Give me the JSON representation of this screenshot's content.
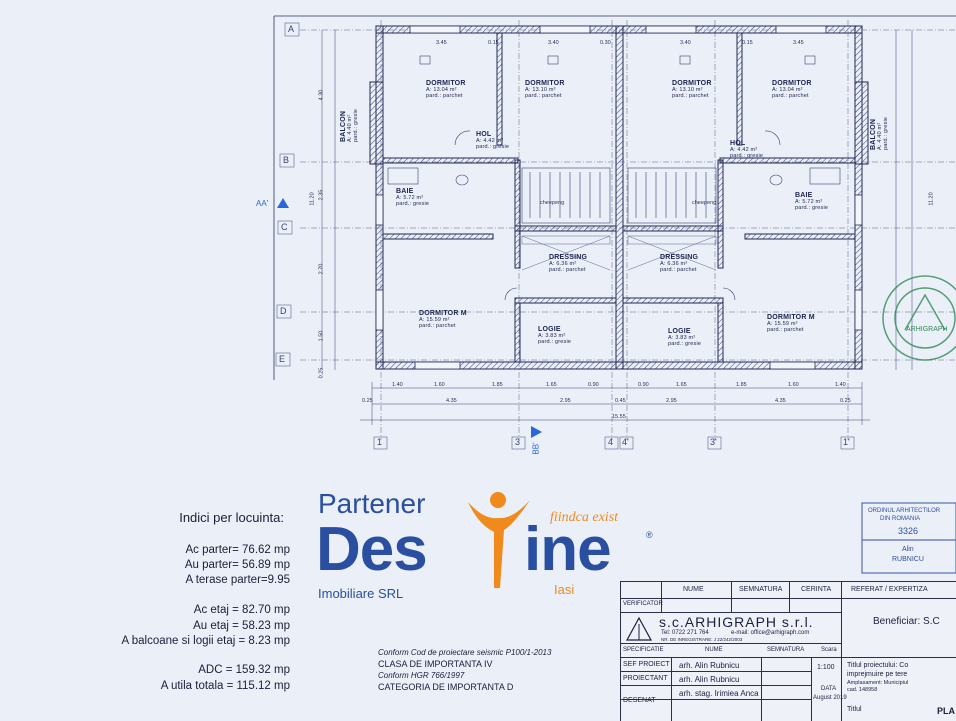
{
  "plan": {
    "axes_left": [
      "A",
      "B",
      "C",
      "D",
      "E"
    ],
    "axes_bottom": [
      "1",
      "3",
      "4",
      "4'",
      "3'",
      "1'"
    ],
    "section_markers": [
      "AA'",
      "BB'"
    ],
    "rooms": [
      {
        "name": "DORMITOR",
        "area": "A: 13.04 m²",
        "floor": "pard.: parchet"
      },
      {
        "name": "DORMITOR",
        "area": "A: 13.10 m²",
        "floor": "pard.: parchet"
      },
      {
        "name": "DORMITOR",
        "area": "A: 13.10 m²",
        "floor": "pard.: parchet"
      },
      {
        "name": "DORMITOR",
        "area": "A: 13.04 m²",
        "floor": "pard.: parchet"
      },
      {
        "name": "HOL",
        "area": "A: 4.42 m²",
        "floor": "pard.: gresie"
      },
      {
        "name": "HOL",
        "area": "A: 4.42 m²",
        "floor": "pard.: gresie"
      },
      {
        "name": "BAIE",
        "area": "A: 5.72 m²",
        "floor": "pard.: gresie"
      },
      {
        "name": "BAIE",
        "area": "A: 5.72 m²",
        "floor": "pard.: gresie"
      },
      {
        "name": "DRESSING",
        "area": "A: 6.36 m²",
        "floor": "pard.: parchet"
      },
      {
        "name": "DRESSING",
        "area": "A: 6.36 m²",
        "floor": "pard.: parchet"
      },
      {
        "name": "DORMITOR M",
        "area": "A: 15.59 m²",
        "floor": "pard.: parchet"
      },
      {
        "name": "DORMITOR M",
        "area": "A: 15.59 m²",
        "floor": "pard.: parchet"
      },
      {
        "name": "LOGIE",
        "area": "A: 3.83 m²",
        "floor": "pard.: gresie"
      },
      {
        "name": "LOGIE",
        "area": "A: 3.83 m²",
        "floor": "pard.: gresie"
      },
      {
        "name": "BALCON",
        "area": "A: 4.40 m²",
        "floor": "pard.: gresie"
      },
      {
        "name": "BALCON",
        "area": "A: 4.40 m²",
        "floor": "pard.: gresie"
      }
    ],
    "stair_label": "cheepeng",
    "dims_top": [
      "3.45",
      "0.15",
      "3.40",
      "0.30",
      "3.40",
      "0.15",
      "3.45"
    ],
    "dims_bottom_1": [
      "1.40",
      "1.60",
      "1.85",
      "1.65",
      "0.90",
      "0.90",
      "1.65",
      "1.85",
      "1.60",
      "1.40"
    ],
    "dims_bottom_2": [
      "4.35",
      "2.95",
      "0.45",
      "2.95",
      "4.35"
    ],
    "dims_bottom_total": "15.55",
    "dims_bottom_ends": [
      "0.25",
      "0.25"
    ],
    "dims_side": [
      "11.20",
      "4.30",
      "2.35",
      "2.70",
      "1.50",
      "0.25"
    ]
  },
  "stats": {
    "heading": "Indici per locuinta:",
    "lines": [
      "Ac parter= 76.62 mp",
      "Au parter= 56.89 mp",
      "A terase  parter=9.95",
      "Ac etaj = 82.70 mp",
      "Au etaj = 58.23 mp",
      "A balcoane si logii etaj = 8.23 mp",
      "ADC = 159.32 mp",
      "A utila totala = 115.12 mp"
    ]
  },
  "notes": [
    "Conform Cod de proiectare seismic P100/1-2013",
    "CLASA DE IMPORTANTA IV",
    "Conform HGR 766/1997",
    "CATEGORIA DE IMPORTANTA D"
  ],
  "watermark": {
    "top": "Partener",
    "main_left": "Des",
    "main_right": "ine",
    "sub": "Imobiliare SRL",
    "city": "Iasi",
    "slogan": "fiindca exist",
    "colors": {
      "blue": "#2a4fa0",
      "orange": "#f08a1c"
    }
  },
  "title_block": {
    "col_headers": [
      "NUME",
      "SEMNATURA",
      "CERINTA",
      "REFERAT / EXPERTIZA"
    ],
    "verificator": "VERIFICATOR",
    "company": "s.c.ARHIGRAPH s.r.l.",
    "phone": "Tel: 0722 271 764",
    "email": "e-mail: office@arhigraph.com",
    "reg": "NR. DE INREGISTRARE: J 22/242/2003",
    "beneficiar": "Beneficiar: S.C",
    "spec_label": "SPECIFICATIE",
    "nume_label": "NUME",
    "semn_label": "SEMNATURA",
    "scara_label": "Scara",
    "scara": "1:100",
    "rows": [
      {
        "role": "SEF PROIECT",
        "name": "arh. Alin Rubnicu"
      },
      {
        "role": "PROIECTANT",
        "name": "arh. Alin Rubnicu"
      },
      {
        "role": "DESENAT",
        "name": "arh. stag. Irimiea Anca"
      }
    ],
    "data_label": "DATA",
    "data": "August 2019",
    "project_title_1": "Titlul proiectului: Co",
    "project_title_2": "imprejmuire pe tere",
    "project_title_3": "Amplasament: Municipiul",
    "project_title_4": "cad. 148958",
    "plan_label": "Titlul",
    "plan_suffix": "PLA"
  },
  "stamps": {
    "order_1": "ORDINUL ARHITECTILOR",
    "order_2": "DIN ROMANIA",
    "number": "3326",
    "name_1": "Alin",
    "name_2": "RUBNICU",
    "right_stamp": "ARHIGRAPH"
  }
}
